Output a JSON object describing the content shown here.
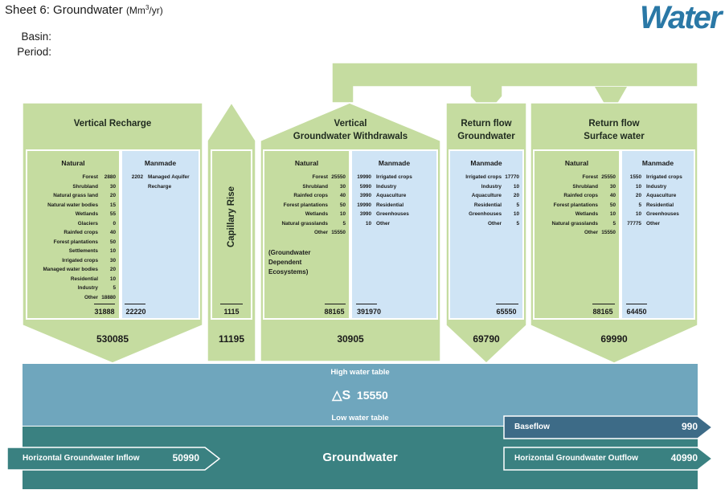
{
  "header": {
    "title": "Sheet 6: Groundwater",
    "unit_prefix": "(Mm",
    "unit_sup": "3",
    "unit_suffix": "/yr)",
    "basin_label": "Basin:",
    "period_label": "Period:",
    "logo_text": "Water"
  },
  "colors": {
    "light_green": "#c5dca0",
    "green_border": "#ffffff",
    "light_blue": "#cfe4f5",
    "mid_blue": "#6fa6bd",
    "teal": "#3a8181",
    "dark_blue": "#3d6b87",
    "logo_blue": "#2a78a6"
  },
  "vertical_recharge": {
    "title": "Vertical Recharge",
    "natural_head": "Natural",
    "manmade_head": "Manmade",
    "natural_rows": [
      {
        "name": "Forest",
        "value": "2880"
      },
      {
        "name": "Shrubland",
        "value": "30"
      },
      {
        "name": "Natural grass land",
        "value": "20"
      },
      {
        "name": "Natural water bodies",
        "value": "15"
      },
      {
        "name": "Wetlands",
        "value": "55"
      },
      {
        "name": "Glaciers",
        "value": "0"
      },
      {
        "name": "Rainfed crops",
        "value": "40"
      },
      {
        "name": "Forest plantations",
        "value": "50"
      },
      {
        "name": "Settlements",
        "value": "10"
      },
      {
        "name": "Irrigated crops",
        "value": "30"
      },
      {
        "name": "Managed water bodies",
        "value": "20"
      },
      {
        "name": "Residential",
        "value": "10"
      },
      {
        "name": "Industry",
        "value": "5"
      },
      {
        "name": "Other",
        "value": "18880"
      }
    ],
    "manmade_rows": [
      {
        "value": "2202",
        "name": "Managed Aquifer"
      },
      {
        "value": "",
        "name": "Recharge"
      }
    ],
    "natural_total": "31888",
    "manmade_total": "22220",
    "total": "530085"
  },
  "capillary_rise": {
    "title": "Capillary Rise",
    "subtotal": "1115",
    "total": "11195"
  },
  "withdrawals": {
    "title_line1": "Vertical",
    "title_line2": "Groundwater Withdrawals",
    "natural_head": "Natural",
    "manmade_head": "Manmade",
    "natural_rows": [
      {
        "name": "Forest",
        "value": "25550"
      },
      {
        "name": "Shrubland",
        "value": "30"
      },
      {
        "name": "Rainfed crops",
        "value": "40"
      },
      {
        "name": "Forest plantations",
        "value": "50"
      },
      {
        "name": "Wetlands",
        "value": "10"
      },
      {
        "name": "Natural grasslands",
        "value": "5"
      },
      {
        "name": "Other",
        "value": "15550"
      }
    ],
    "gde_line1": "(Groundwater",
    "gde_line2": "Dependent",
    "gde_line3": "Ecosystems)",
    "manmade_rows": [
      {
        "value": "19990",
        "name": "Irrigated crops"
      },
      {
        "value": "5990",
        "name": "Industry"
      },
      {
        "value": "3990",
        "name": "Aquaculture"
      },
      {
        "value": "19990",
        "name": "Residential"
      },
      {
        "value": "3990",
        "name": "Greenhouses"
      },
      {
        "value": "10",
        "name": "Other"
      }
    ],
    "natural_total": "88165",
    "manmade_total": "391970",
    "total": "30905"
  },
  "return_gw": {
    "title_line1": "Return flow",
    "title_line2": "Groundwater",
    "manmade_head": "Manmade",
    "rows": [
      {
        "name": "Irrigated crops",
        "value": "17770"
      },
      {
        "name": "Industry",
        "value": "10"
      },
      {
        "name": "Aquaculture",
        "value": "20"
      },
      {
        "name": "Residential",
        "value": "5"
      },
      {
        "name": "Greenhouses",
        "value": "10"
      },
      {
        "name": "Other",
        "value": "5"
      }
    ],
    "subtotal": "65550",
    "total": "69790"
  },
  "return_sw": {
    "title_line1": "Return flow",
    "title_line2": "Surface water",
    "natural_head": "Natural",
    "manmade_head": "Manmade",
    "natural_rows": [
      {
        "name": "Forest",
        "value": "25550"
      },
      {
        "name": "Shrubland",
        "value": "30"
      },
      {
        "name": "Rainfed crops",
        "value": "40"
      },
      {
        "name": "Forest plantations",
        "value": "50"
      },
      {
        "name": "Wetlands",
        "value": "10"
      },
      {
        "name": "Natural grasslands",
        "value": "5"
      },
      {
        "name": "Other",
        "value": "15550"
      }
    ],
    "manmade_rows": [
      {
        "value": "1550",
        "name": "Irrigated crops"
      },
      {
        "value": "10",
        "name": "Industry"
      },
      {
        "value": "20",
        "name": "Aquaculture"
      },
      {
        "value": "5",
        "name": "Residential"
      },
      {
        "value": "10",
        "name": "Greenhouses"
      },
      {
        "value": "77775",
        "name": "Other"
      }
    ],
    "natural_total": "88165",
    "manmade_total": "64450",
    "total": "69990"
  },
  "storage": {
    "high_label": "High water table",
    "delta_symbol": "△S",
    "delta_value": "15550",
    "low_label": "Low water table"
  },
  "groundwater": {
    "label": "Groundwater",
    "baseflow_label": "Baseflow",
    "baseflow_value": "990",
    "inflow_label": "Horizontal Groundwater Inflow",
    "inflow_value": "50990",
    "outflow_label": "Horizontal Groundwater Outflow",
    "outflow_value": "40990"
  }
}
